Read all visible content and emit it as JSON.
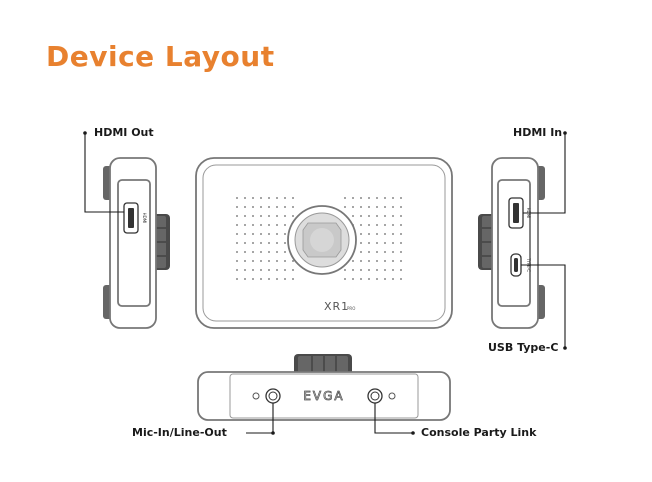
{
  "title": "Device Layout",
  "labels": {
    "hdmi_out": "HDMI Out",
    "hdmi_in": "HDMI In",
    "usb_type_c": "USB Type-C",
    "mic_in_line_out": "Mic-In/Line-Out",
    "console_party_link": "Console Party Link"
  },
  "device": {
    "model": "XR1",
    "model_suffix": "PRO",
    "brand": "EVGA",
    "port_tag_hdmi_out": "HDMI",
    "port_tag_hdmi_in": "HDMI",
    "port_tag_usb": "TYPE-C"
  },
  "colors": {
    "title": "#e8812f",
    "outline": "#777777",
    "dark_part": "#5a5a5a",
    "text": "#1a1a1a"
  }
}
